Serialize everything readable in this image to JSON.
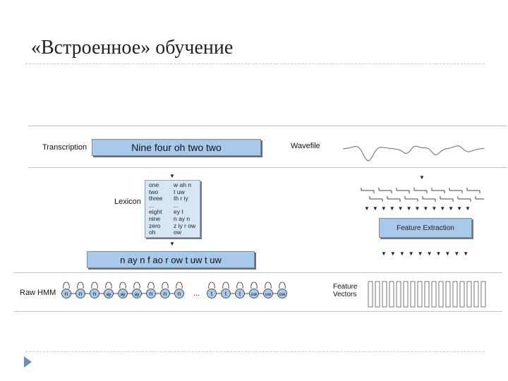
{
  "slide": {
    "title": "«Встроенное» обучение"
  },
  "diagram": {
    "transcription_label": "Transcription",
    "transcription_text": "Nine four oh two two",
    "wavefile_label": "Wavefile",
    "lexicon_label": "Lexicon",
    "lexicon_words": [
      "one",
      "two",
      "three",
      "...",
      "eight",
      "nine",
      "zero",
      "oh"
    ],
    "lexicon_prons": [
      "w ah n",
      "t uw",
      "th r iy",
      "...",
      "ey t",
      "n ay n",
      "z iy r ow",
      "ow"
    ],
    "phone_string": "n ay n f ao r ow t uw t uw",
    "feature_extraction_label": "Feature Extraction",
    "raw_hmm_label": "Raw HMM",
    "feature_vectors_label": [
      "Feature",
      "Vectors"
    ],
    "hmm_states": [
      "n",
      "n",
      "n",
      "ay",
      "ay",
      "ay",
      "n",
      "n",
      "n",
      "...",
      "t",
      "t",
      "t",
      "uw",
      "uw",
      "uw"
    ],
    "ellipsis": "..."
  },
  "colors": {
    "box_fill": "#a9c9ea",
    "box_border": "#6d8fb4",
    "lexicon_fill": "#d7e6f5",
    "bullet": "#6f8fb4"
  }
}
